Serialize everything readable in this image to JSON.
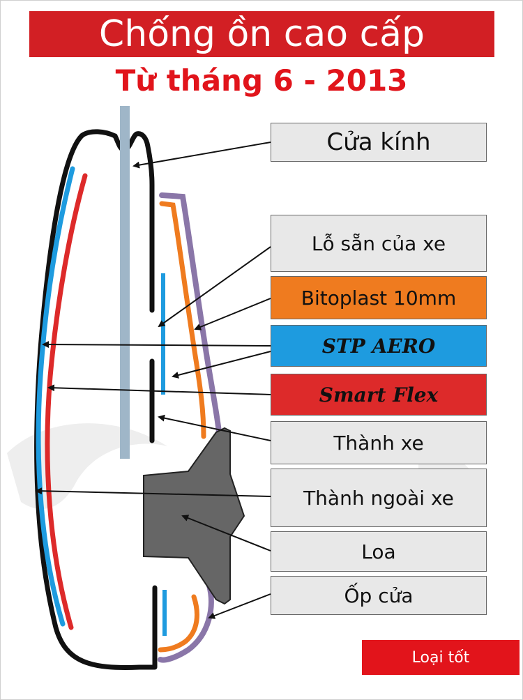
{
  "header": {
    "title": "Chống ồn cao cấp",
    "subtitle": "Từ tháng 6 - 2013"
  },
  "labels": [
    {
      "id": "window-glass",
      "text": "Cửa kính"
    },
    {
      "id": "pre-drilled-holes",
      "text": "Lỗ sẵn của xe"
    },
    {
      "id": "bitoplast",
      "text": "Bitoplast 10mm"
    },
    {
      "id": "stp-aero",
      "text": "STP AERO"
    },
    {
      "id": "smart-flex",
      "text": "Smart Flex"
    },
    {
      "id": "inner-panel",
      "text": "Thành xe"
    },
    {
      "id": "outer-panel",
      "text": "Thành ngoài xe"
    },
    {
      "id": "speaker",
      "text": "Loa"
    },
    {
      "id": "door-trim",
      "text": "Ốp cửa"
    }
  ],
  "badge": {
    "text": "Loại tốt"
  },
  "colors": {
    "header_bg": "#d21f24",
    "subtitle": "#e1141b",
    "orange": "#ef7b1f",
    "blue": "#1e9bdf",
    "red": "#dd2a2a",
    "grey_box": "#e8e8e8",
    "glass": "#9fb6c8",
    "speaker": "#666666",
    "trim_purple": "#8a76a8"
  }
}
